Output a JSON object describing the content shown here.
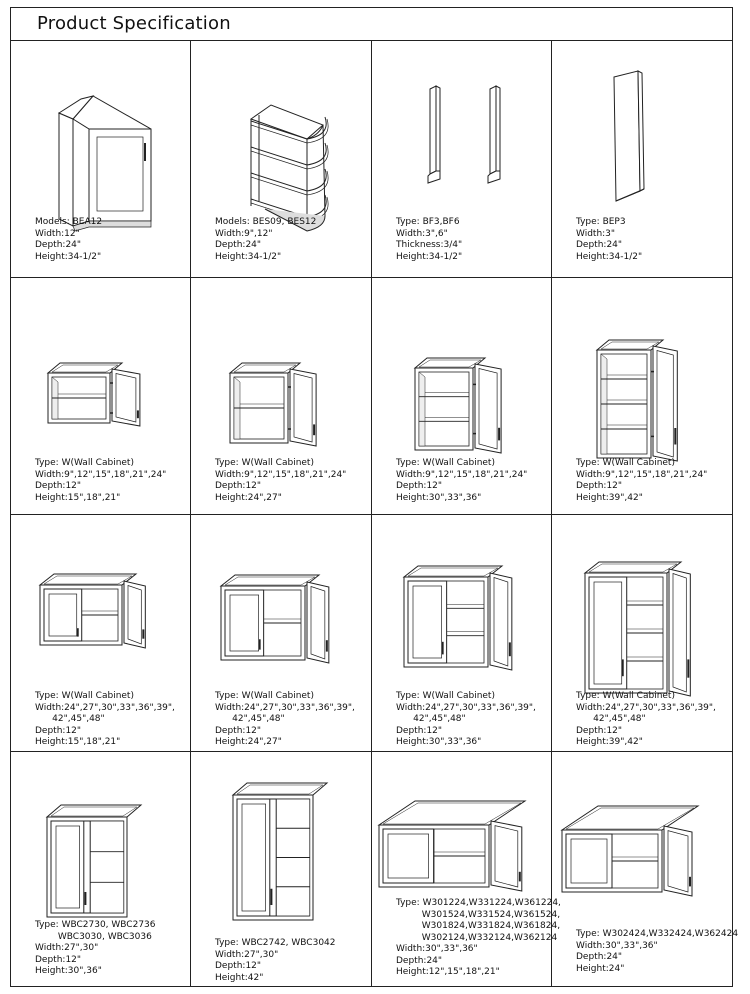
{
  "header": {
    "title": "Product Specification"
  },
  "cells": [
    {
      "id": "bea12",
      "icon": "angled-end-base-cabinet-icon",
      "lines": [
        "Models: BEA12",
        "Width:12\"",
        "Depth:24\"",
        "Height:34-1/2\""
      ]
    },
    {
      "id": "bes",
      "icon": "open-end-shelf-base-cabinet-icon",
      "lines": [
        "Models: BES09, BES12",
        "Width:9\",12\"",
        "Depth:24\"",
        "Height:34-1/2\""
      ]
    },
    {
      "id": "bf",
      "icon": "base-filler-strip-icon",
      "lines": [
        "Type: BF3,BF6",
        "Width:3\",6\"",
        "Thickness:3/4\"",
        "Height:34-1/2\""
      ]
    },
    {
      "id": "bep3",
      "icon": "base-end-panel-icon",
      "lines": [
        "Type: BEP3",
        "Width:3\"",
        "Depth:24\"",
        "Height:34-1/2\""
      ]
    },
    {
      "id": "w1-short",
      "icon": "single-door-wall-cabinet-short-icon",
      "lines": [
        "Type: W(Wall Cabinet)",
        "Width:9\",12\",15\",18\",21\",24\"",
        "Depth:12\"",
        "Height:15\",18\",21\""
      ]
    },
    {
      "id": "w1-medium",
      "icon": "single-door-wall-cabinet-medium-icon",
      "lines": [
        "Type: W(Wall Cabinet)",
        "Width:9\",12\",15\",18\",21\",24\"",
        "Depth:12\"",
        "Height:24\",27\""
      ]
    },
    {
      "id": "w1-tall",
      "icon": "single-door-wall-cabinet-tall-icon",
      "lines": [
        "Type: W(Wall Cabinet)",
        "Width:9\",12\",15\",18\",21\",24\"",
        "Depth:12\"",
        "Height:30\",33\",36\""
      ]
    },
    {
      "id": "w1-xtall",
      "icon": "single-door-wall-cabinet-extra-tall-icon",
      "lines": [
        "Type: W(Wall Cabinet)",
        "Width:9\",12\",15\",18\",21\",24\"",
        "Depth:12\"",
        "Height:39\",42\""
      ]
    },
    {
      "id": "w2-short",
      "icon": "double-door-wall-cabinet-short-icon",
      "lines": [
        "Type: W(Wall Cabinet)",
        "Width:24\",27\",30\",33\",36\",39\",",
        "      42\",45\",48\"",
        "Depth:12\"",
        "Height:15\",18\",21\""
      ]
    },
    {
      "id": "w2-medium",
      "icon": "double-door-wall-cabinet-medium-icon",
      "lines": [
        "Type: W(Wall Cabinet)",
        "Width:24\",27\",30\",33\",36\",39\",",
        "      42\",45\",48\"",
        "Depth:12\"",
        "Height:24\",27\""
      ]
    },
    {
      "id": "w2-tall",
      "icon": "double-door-wall-cabinet-tall-icon",
      "lines": [
        "Type: W(Wall Cabinet)",
        "Width:24\",27\",30\",33\",36\",39\",",
        "      42\",45\",48\"",
        "Depth:12\"",
        "Height:30\",33\",36\""
      ]
    },
    {
      "id": "w2-xtall",
      "icon": "double-door-wall-cabinet-extra-tall-icon",
      "lines": [
        "Type: W(Wall Cabinet)",
        "Width:24\",27\",30\",33\",36\",39\",",
        "      42\",45\",48\"",
        "Depth:12\"",
        "Height:39\",42\""
      ]
    },
    {
      "id": "wbc-short",
      "icon": "wall-blind-corner-cabinet-icon",
      "lines": [
        "Type: WBC2730, WBC2736",
        "        WBC3030, WBC3036",
        "Width:27\",30\"",
        "Depth:12\"",
        "Height:30\",36\""
      ]
    },
    {
      "id": "wbc-tall",
      "icon": "wall-blind-corner-cabinet-tall-icon",
      "lines": [
        "Type: WBC2742, WBC3042",
        "Width:27\",30\"",
        "Depth:12\"",
        "Height:42\""
      ]
    },
    {
      "id": "w-deep",
      "icon": "deep-wall-cabinet-icon",
      "lines": [
        "Type: W301224,W331224,W361224,",
        "         W301524,W331524,W361524,",
        "         W301824,W331824,W361824,",
        "         W302124,W332124,W362124",
        "Width:30\",33\",36\"",
        "Depth:24\"",
        "Height:12\",15\",18\",21\""
      ]
    },
    {
      "id": "w-fridge",
      "icon": "refrigerator-wall-cabinet-icon",
      "lines": [
        "Type: W302424,W332424,W362424",
        "Width:30\",33\",36\"",
        "Depth:24\"",
        "Height:24\""
      ]
    }
  ]
}
